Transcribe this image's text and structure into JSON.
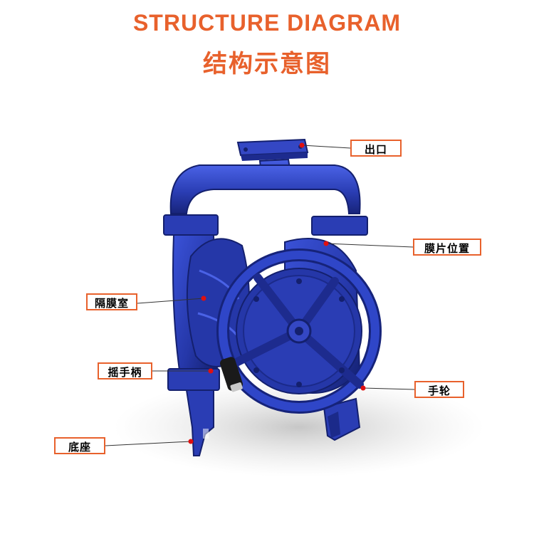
{
  "header": {
    "title_en": "STRUCTURE DIAGRAM",
    "title_cn": "结构示意图"
  },
  "colors": {
    "accent": "#e8612c",
    "pump_blue": "#2a3fb8",
    "pump_dark": "#16237a",
    "marker": "#e01010"
  },
  "callouts": {
    "outlet": "出口",
    "diaphragm_position": "膜片位置",
    "diaphragm_chamber": "隔膜室",
    "crank_handle": "摇手柄",
    "handwheel": "手轮",
    "base": "底座"
  }
}
